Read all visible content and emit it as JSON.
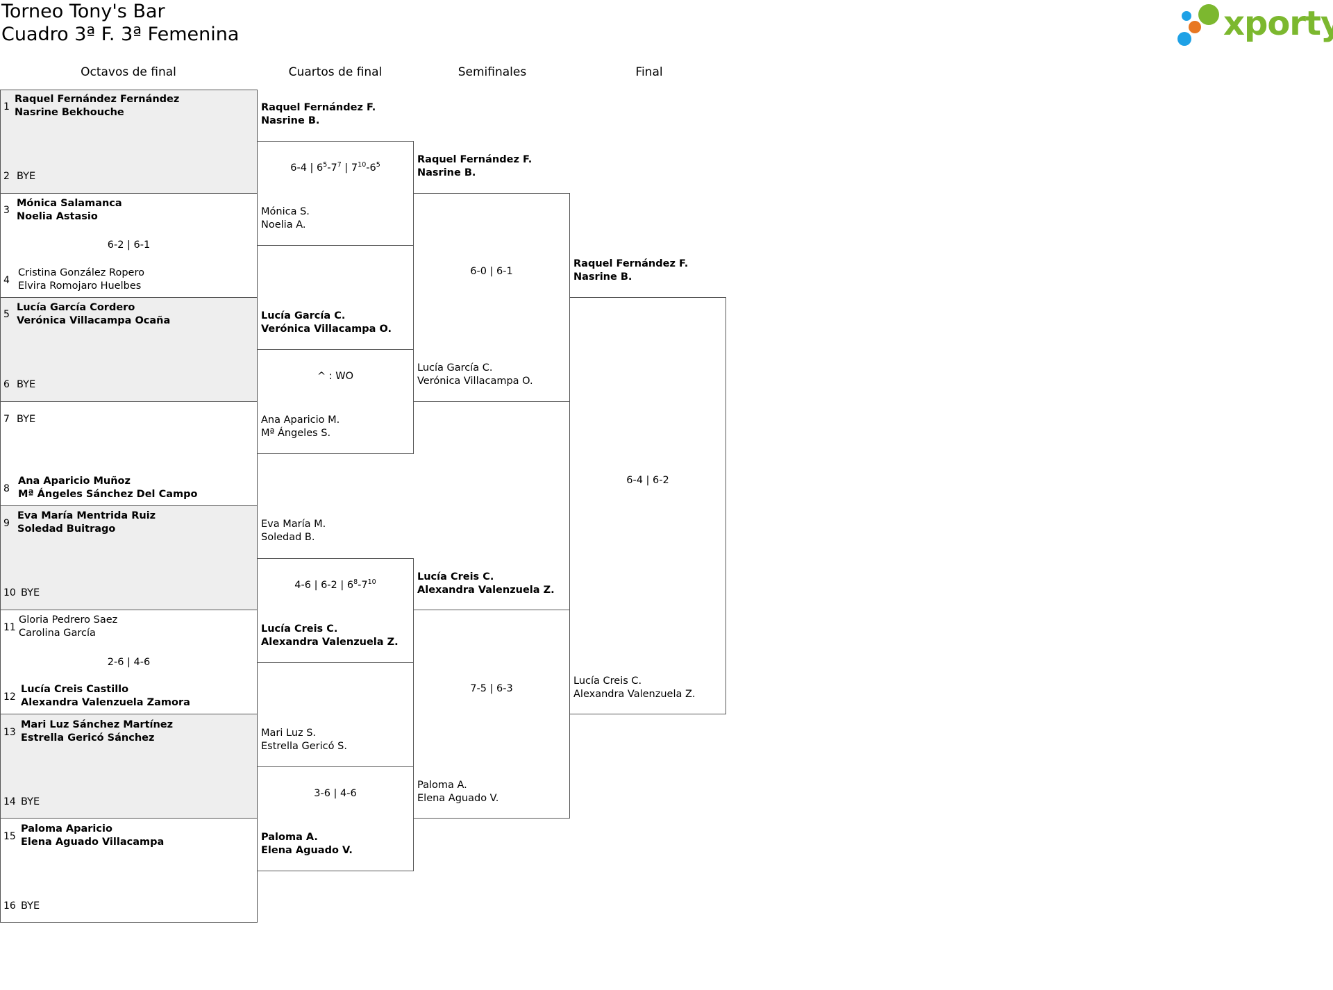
{
  "header": {
    "title_line1": "Torneo Tony's Bar",
    "title_line2": "Cuadro 3ª F. 3ª Femenina",
    "logo_text": "xporty",
    "logo_colors": [
      "#7cb82f",
      "#e87722",
      "#1ea1e6"
    ]
  },
  "rounds": [
    "Octavos de final",
    "Cuartos de final",
    "Semifinales",
    "Final"
  ],
  "seeds": [
    "1",
    "2",
    "3",
    "4",
    "5",
    "6",
    "7",
    "8",
    "9",
    "10",
    "11",
    "12",
    "13",
    "14",
    "15",
    "16"
  ],
  "bye_label": "BYE",
  "r16": [
    {
      "a": [
        "Raquel Fernández Fernández",
        "Nasrine Bekhouche"
      ]
    },
    {
      "a": [
        "Mónica Salamanca",
        "Noelia Astasio"
      ],
      "b": [
        "Cristina González Ropero",
        "Elvira Romojaro Huelbes"
      ],
      "score": "6-2 | 6-1"
    },
    {
      "a": [
        "Lucía García Cordero",
        "Verónica Villacampa Ocaña"
      ]
    },
    {
      "b": [
        "Ana Aparicio Muñoz",
        "Mª Ángeles Sánchez Del Campo"
      ]
    },
    {
      "a": [
        "Eva María Mentrida Ruiz",
        "Soledad Buitrago"
      ]
    },
    {
      "a": [
        "Gloria Pedrero Saez",
        "Carolina García"
      ],
      "b": [
        "Lucía Creis Castillo",
        "Alexandra Valenzuela Zamora"
      ],
      "score": "2-6 | 4-6"
    },
    {
      "a": [
        "Mari Luz Sánchez Martínez",
        "Estrella Gericó Sánchez"
      ]
    },
    {
      "a": [
        "Paloma Aparicio",
        "Elena Aguado Villacampa"
      ]
    }
  ],
  "qf": [
    {
      "a": [
        "Raquel Fernández F.",
        "Nasrine B."
      ],
      "b": [
        "Mónica S.",
        "Noelia A."
      ],
      "score": {
        "p1": "6-4 | 6",
        "s1": "5",
        "p2": "-7",
        "s2": "7",
        "p3": " | 7",
        "s3": "10",
        "p4": "-6",
        "s4": "5"
      }
    },
    {
      "a": [
        "Lucía García C.",
        "Verónica Villacampa O."
      ],
      "b": [
        "Ana Aparicio M.",
        "Mª Ángeles S."
      ],
      "score_text": "^ : WO"
    },
    {
      "a": [
        "Eva María M.",
        "Soledad B."
      ],
      "b": [
        "Lucía Creis C.",
        "Alexandra Valenzuela Z."
      ],
      "score": {
        "p1": "4-6 | 6-2 | 6",
        "s1": "8",
        "p2": "-7",
        "s2": "10"
      }
    },
    {
      "a": [
        "Mari Luz S.",
        "Estrella Gericó S."
      ],
      "b": [
        "Paloma A.",
        "Elena Aguado V."
      ],
      "score_text": "3-6 | 4-6"
    }
  ],
  "sf": [
    {
      "a": [
        "Raquel Fernández F.",
        "Nasrine B."
      ],
      "b": [
        "Lucía García C.",
        "Verónica Villacampa O."
      ],
      "score": "6-0 | 6-1"
    },
    {
      "a": [
        "Lucía Creis C.",
        "Alexandra Valenzuela Z."
      ],
      "b": [
        "Paloma A.",
        "Elena Aguado V."
      ],
      "score": "7-5 | 6-3"
    }
  ],
  "final": {
    "a": [
      "Raquel Fernández F.",
      "Nasrine B."
    ],
    "b": [
      "Lucía Creis C.",
      "Alexandra Valenzuela Z."
    ],
    "score": "6-4 | 6-2"
  }
}
